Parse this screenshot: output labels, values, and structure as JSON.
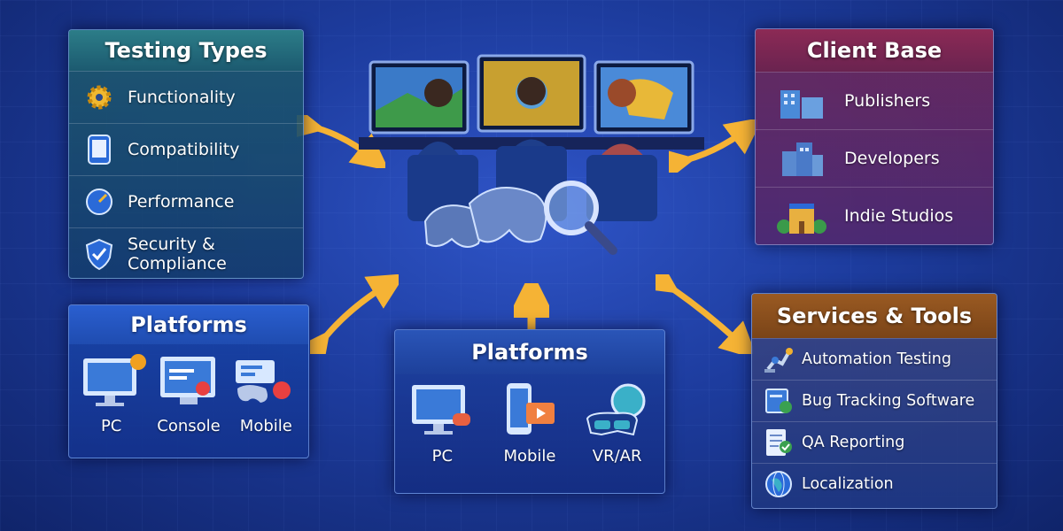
{
  "testing_types": {
    "title": "Testing Types",
    "items": [
      "Functionality",
      "Compatibility",
      "Performance",
      "Security & Compliance"
    ],
    "icons": [
      "gear-icon",
      "tablet-icon",
      "gauge-icon",
      "shield-check-icon"
    ]
  },
  "client_base": {
    "title": "Client Base",
    "items": [
      "Publishers",
      "Developers",
      "Indie Studios"
    ],
    "icons": [
      "office-building-icon",
      "tower-building-icon",
      "studio-building-icon"
    ]
  },
  "platforms_left": {
    "title": "Platforms",
    "items": [
      "PC",
      "Console",
      "Mobile"
    ],
    "icons": [
      "pc-monitor-icon",
      "console-screen-icon",
      "mobile-controller-icon"
    ]
  },
  "platforms_center": {
    "title": "Platforms",
    "items": [
      "PC",
      "Mobile",
      "VR/AR"
    ],
    "icons": [
      "pc-monitor-icon",
      "smartphone-icon",
      "vr-headset-icon"
    ]
  },
  "services_tools": {
    "title": "Services & Tools",
    "items": [
      "Automation Testing",
      "Bug Tracking Software",
      "QA Reporting",
      "Localization"
    ],
    "icons": [
      "robot-arm-icon",
      "bug-tracker-icon",
      "report-icon",
      "globe-icon"
    ]
  },
  "colors": {
    "background": "#1d3c9e",
    "arrow": "#f5b335",
    "testing_header": "#2c7d88",
    "client_header": "#8c2a55",
    "platforms_header": "#2a5fd0",
    "services_header": "#9a5a22"
  }
}
